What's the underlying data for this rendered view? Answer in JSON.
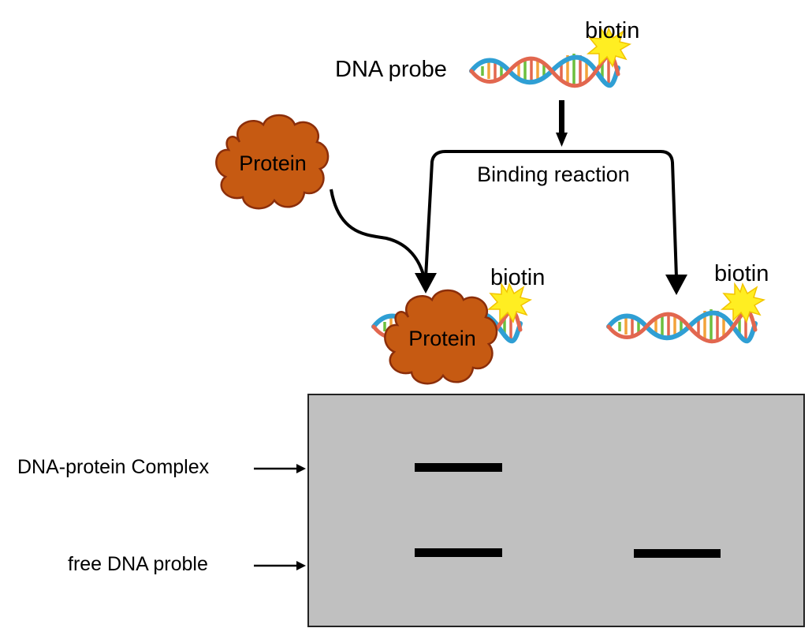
{
  "labels": {
    "dna_probe": "DNA probe",
    "biotin_top": "biotin",
    "protein_free": "Protein",
    "binding_reaction": "Binding reaction",
    "biotin_complex": "biotin",
    "protein_complex": "Protein",
    "biotin_free": "biotin"
  },
  "gel": {
    "complex_label": "DNA-protein Complex",
    "free_label": "free DNA proble",
    "lanes": [
      {
        "lane": "complex",
        "bands": [
          "DNA-protein Complex",
          "free DNA proble"
        ]
      },
      {
        "lane": "free",
        "bands": [
          "free DNA proble"
        ]
      }
    ]
  },
  "colors": {
    "protein_fill": "#c65a12",
    "protein_stroke": "#8b2e0a",
    "biotin_star": "#ffee22",
    "gel_fill": "#c0c0c0",
    "band": "#000000",
    "dna_blue": "#2f9fd4",
    "dna_red": "#e2674f",
    "dna_green": "#6cbf3e",
    "dna_orange": "#f2a33a"
  },
  "icons": {
    "dna": "dna-helix-icon",
    "biotin": "starburst-icon",
    "protein": "cloud-blob-icon"
  }
}
